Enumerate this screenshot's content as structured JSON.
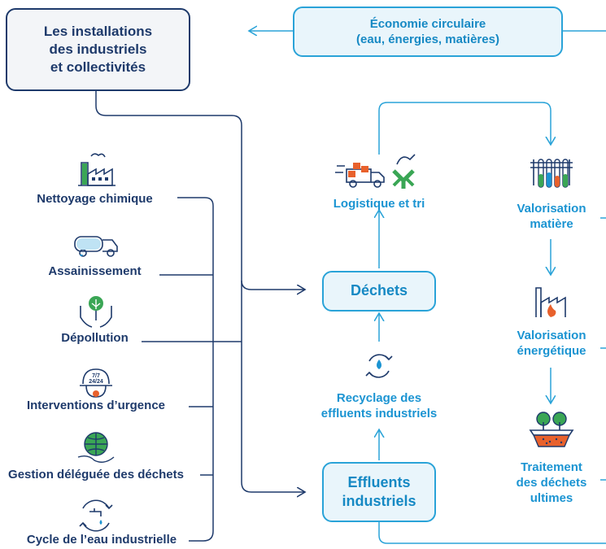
{
  "top_box": {
    "text": "Économie circulaire\n(eau, énergies, matières)"
  },
  "source_box": {
    "text": "Les installations\ndes industriels\net collectivités"
  },
  "services": [
    {
      "label": "Nettoyage chimique",
      "icon": "factory-icon"
    },
    {
      "label": "Assainissement",
      "icon": "tanker-truck-icon"
    },
    {
      "label": "Dépollution",
      "icon": "hands-plant-icon"
    },
    {
      "label": "Interventions d’urgence",
      "icon": "worker-helmet-icon",
      "badge": "7/7\n24/24"
    },
    {
      "label": "Gestion déléguée des déchets",
      "icon": "hand-globe-icon"
    },
    {
      "label": "Cycle de l’eau industrielle",
      "icon": "water-tap-cycle-icon"
    }
  ],
  "center": {
    "logistics": "Logistique et tri",
    "dechets": "Déchets",
    "recycling": "Recyclage des\neffluents industriels",
    "effluents": "Effluents\nindustriels"
  },
  "right": {
    "valorisation_matiere": "Valorisation\nmatière",
    "valorisation_energetique": "Valorisation\nénergétique",
    "traitement": "Traitement\ndes déchets\nultimes"
  },
  "colors": {
    "navy": "#1e3a6b",
    "cyan": "#1b94d2",
    "orange": "#e8612c",
    "green": "#3aa655"
  }
}
